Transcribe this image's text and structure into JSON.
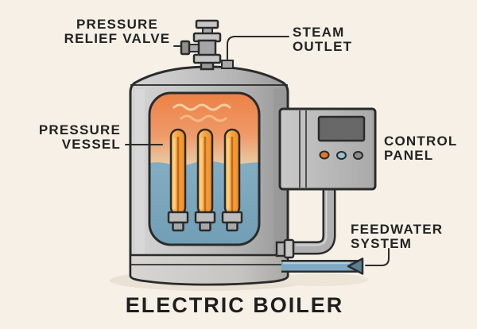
{
  "title": "ELECTRIC BOILER",
  "labels": {
    "pressure_relief_valve": {
      "line1": "PRESSURE",
      "line2": "RELIEF VALVE"
    },
    "steam_outlet": {
      "line1": "STEAM",
      "line2": "OUTLET"
    },
    "pressure_vessel": {
      "line1": "PRESSURE",
      "line2": "VESSEL"
    },
    "control_panel": {
      "line1": "CONTROL",
      "line2": "PANEL"
    },
    "feedwater_system": {
      "line1": "FEEDWATER",
      "line2": "SYSTEM"
    }
  },
  "diagram": {
    "subject": "electric boiler cutaway illustration",
    "components": [
      "pressure relief valve",
      "steam outlet",
      "pressure vessel",
      "heating elements",
      "control panel",
      "feedwater pipe"
    ],
    "heating_element_count": 3,
    "control_panel_button_count": 3,
    "flow_arrow_direction": "left"
  },
  "colors": {
    "background": "#f6f0e6",
    "outline": "#2b2b2b",
    "text": "#232323",
    "boiler_grey_light": "#d2d2d2",
    "boiler_grey_dark": "#9c9c9c",
    "steam_orange": "#ec8146",
    "steam_cream": "#e7d2ae",
    "water_blue": "#84adc2",
    "water_blue_deep": "#6f9db4",
    "heater_orange": "#f8a33c",
    "heater_highlight": "#ffd98f",
    "button_orange": "#e0782a",
    "button_blue": "#93c2d6",
    "button_grey": "#8c8c8c",
    "feedwater_pipe_blue": "#7fa9c2",
    "shadow": "#e9e2d4"
  }
}
